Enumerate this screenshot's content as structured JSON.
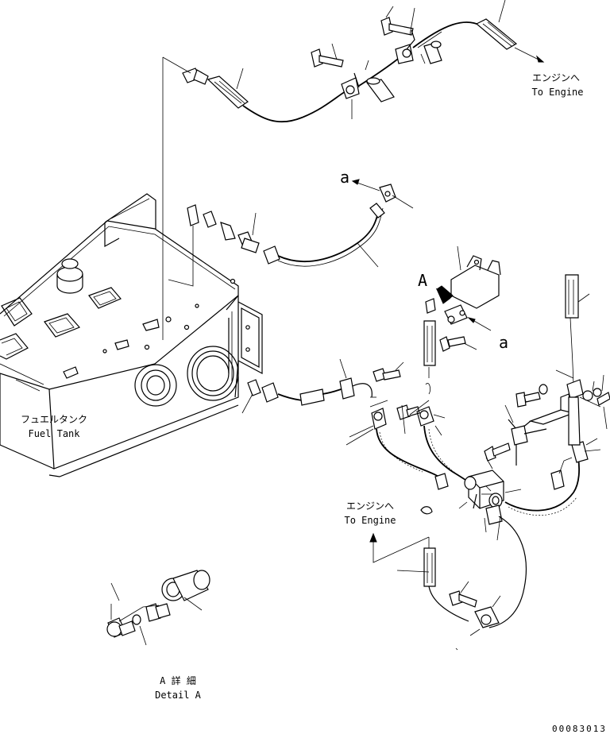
{
  "labels": {
    "to_engine_top_jp": "エンジンへ",
    "to_engine_top_en": "To Engine",
    "to_engine_mid_jp": "エンジンへ",
    "to_engine_mid_en": "To Engine",
    "fuel_tank_jp": "フュエルタンク",
    "fuel_tank_en": "Fuel Tank",
    "ref_a_upper": "a",
    "ref_a_lower": "a",
    "view_marker": "A",
    "detail_jp": "A 詳 細",
    "detail_en": "Detail A",
    "drawing_number": "00083013"
  }
}
